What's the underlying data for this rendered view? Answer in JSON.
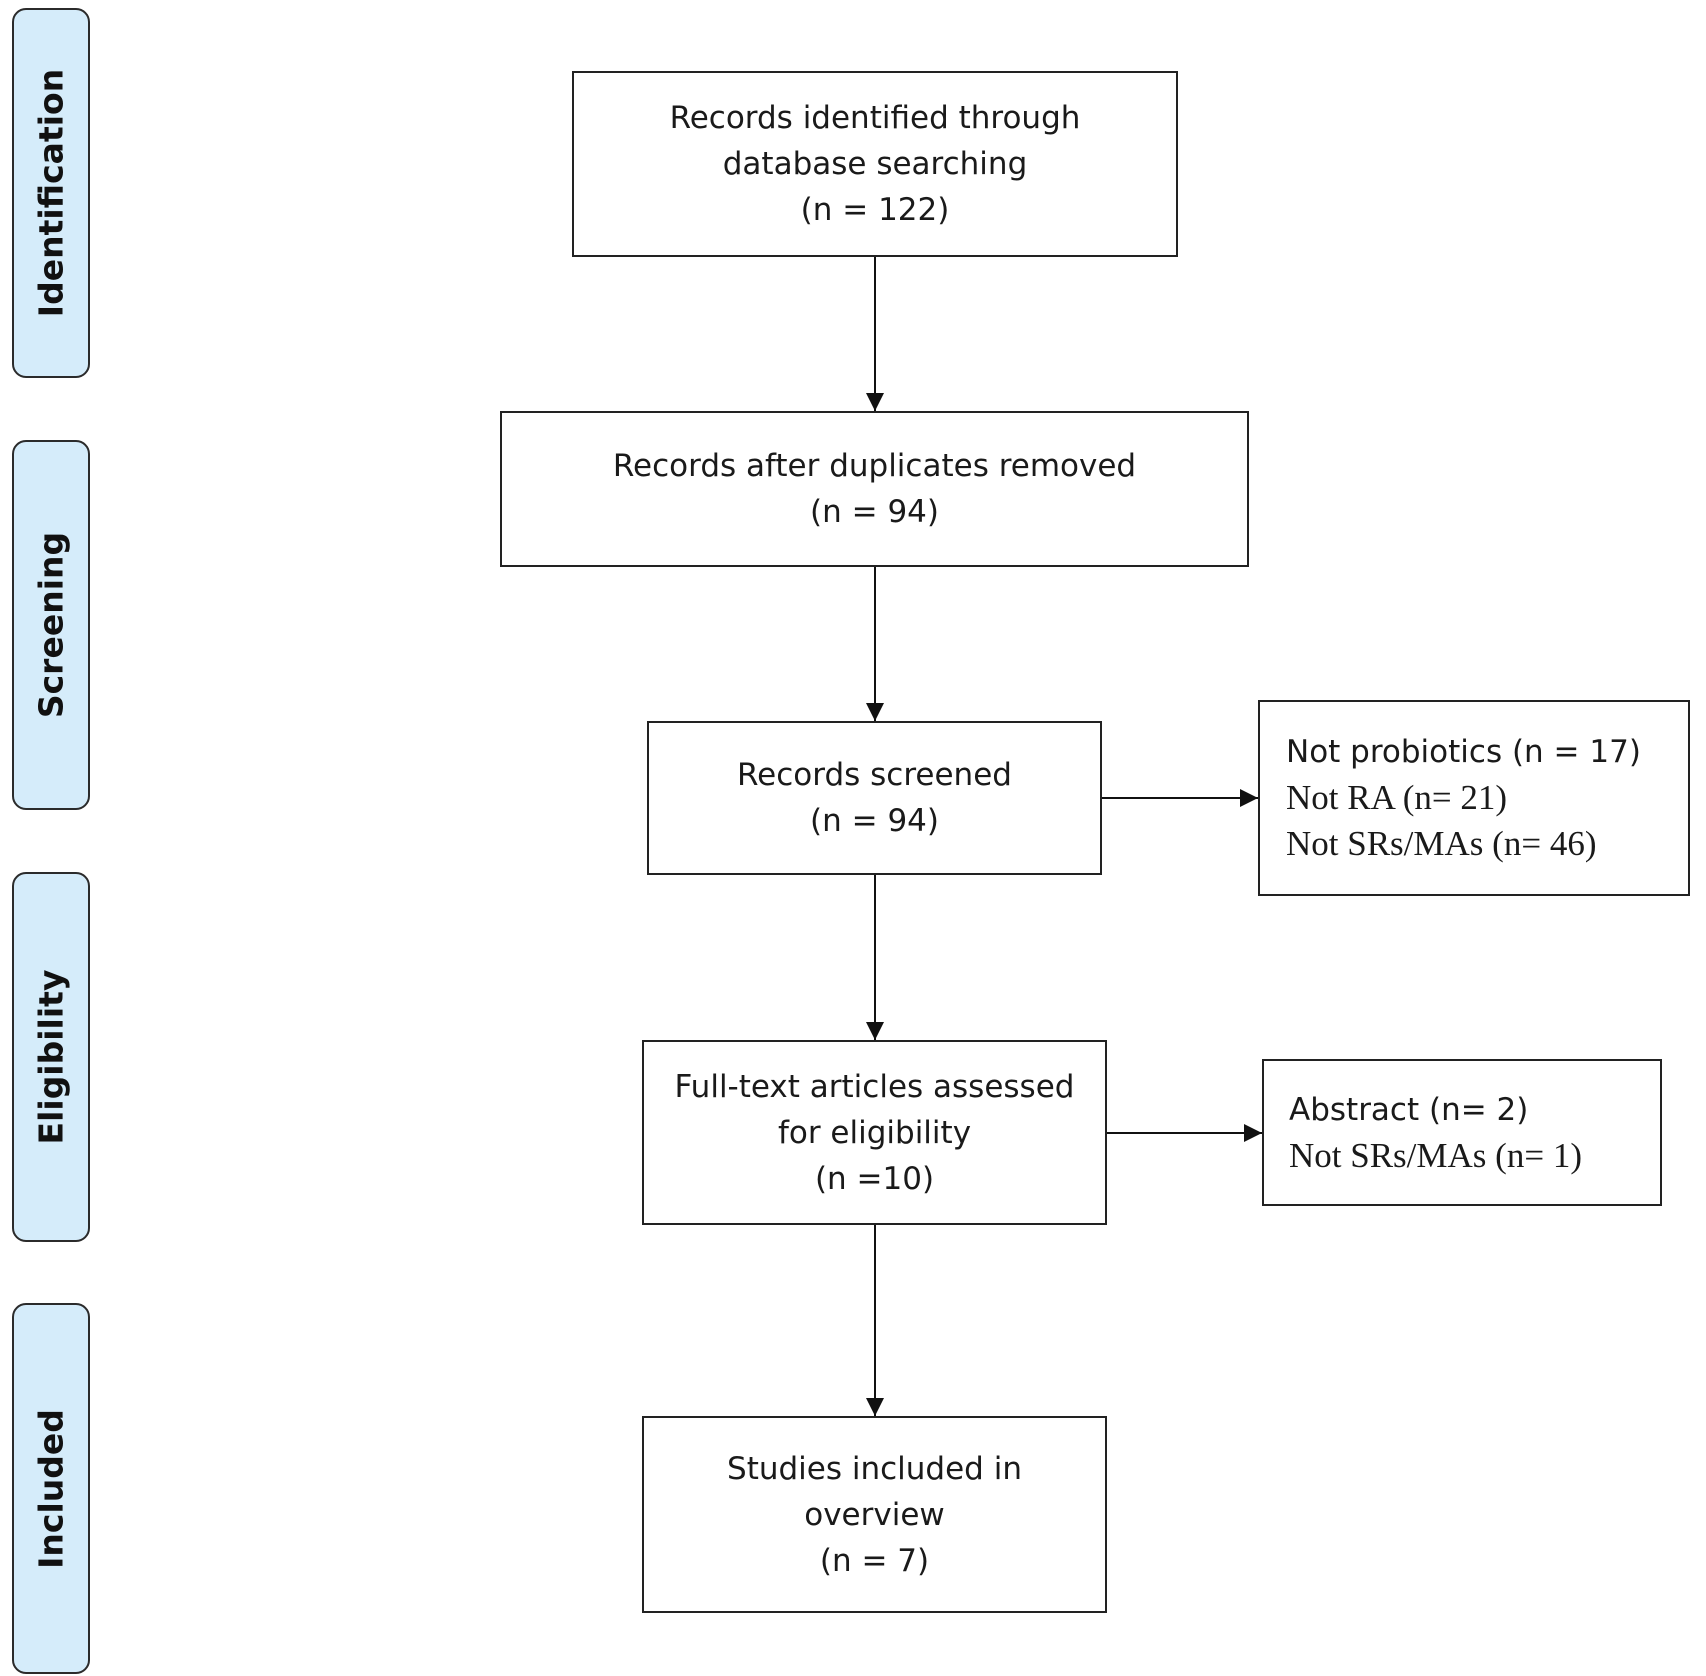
{
  "stages": {
    "identification": "Identification",
    "screening": "Screening",
    "eligibility": "Eligibility",
    "included": "Included"
  },
  "boxes": {
    "identified": {
      "line1": "Records identified through",
      "line2": "database searching",
      "count": "(n = 122)"
    },
    "deduplicated": {
      "line1": "Records after duplicates removed",
      "count": "(n = 94)"
    },
    "screened": {
      "line1": "Records screened",
      "count": "(n = 94)"
    },
    "fulltext": {
      "line1": "Full-text articles assessed",
      "line2": "for eligibility",
      "count": "(n =10)"
    },
    "included": {
      "line1": "Studies included in",
      "line2": "overview",
      "count": "(n = 7)"
    }
  },
  "exclusions": {
    "screening": {
      "item1": "Not probiotics (n = 17)",
      "item2": "Not RA (n= 21)",
      "item3": "Not SRs/MAs (n= 46)"
    },
    "eligibility": {
      "item1": "Abstract (n= 2)",
      "item2": "Not SRs/MAs (n= 1)"
    }
  }
}
